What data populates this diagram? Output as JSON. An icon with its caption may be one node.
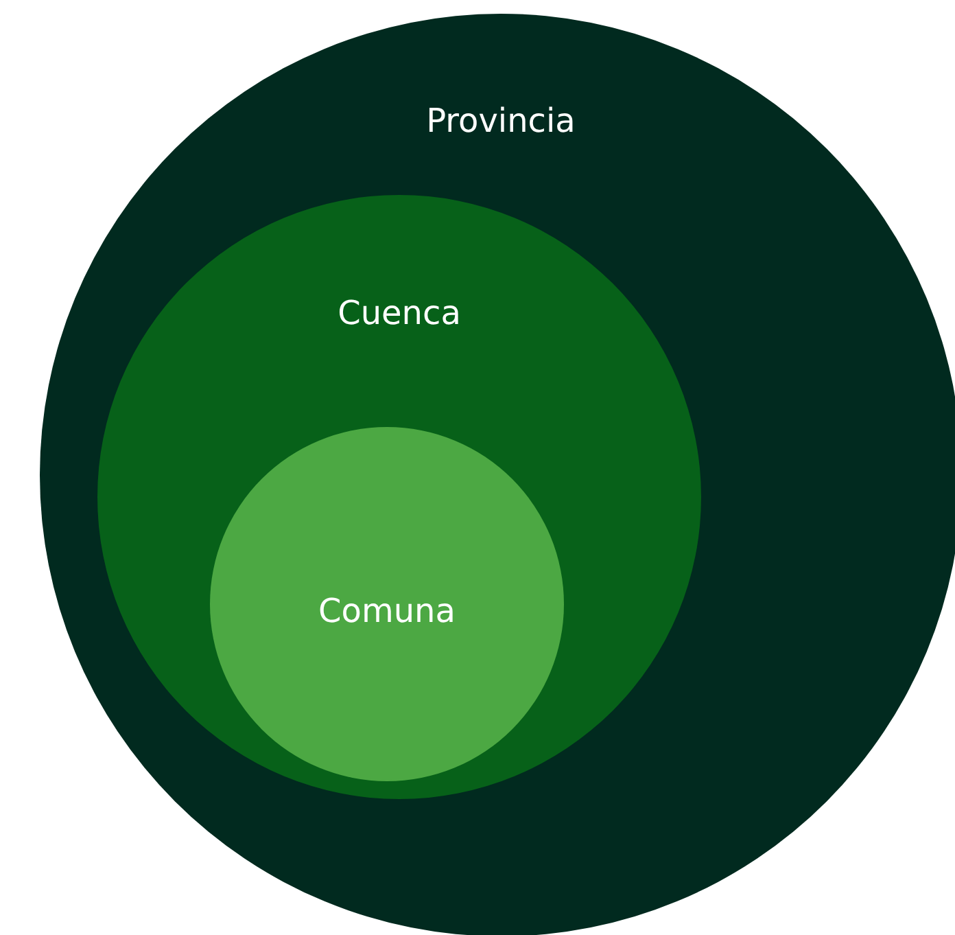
{
  "diagram": {
    "nodes": [
      {
        "text": [
          "Provincia"
        ]
      },
      {
        "text": [
          "Cuenca"
        ],
        "in": 0
      },
      {
        "text": [
          "Comuna"
        ],
        "in": 1
      }
    ]
  }
}
